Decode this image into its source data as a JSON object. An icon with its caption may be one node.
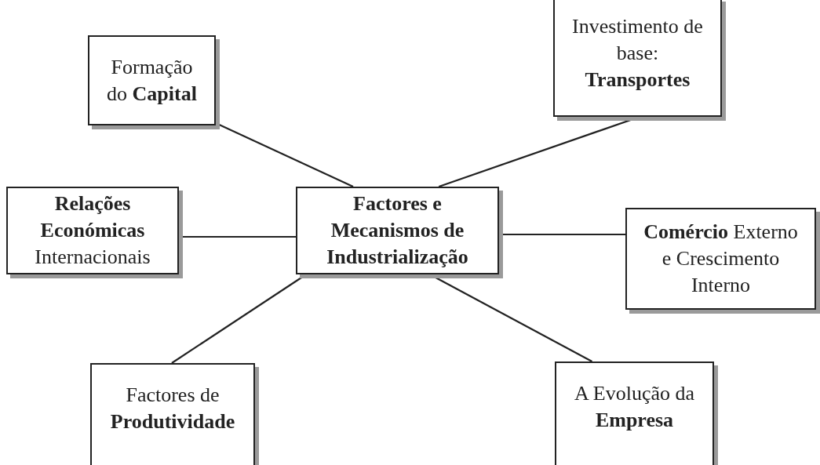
{
  "diagram": {
    "nodes": [
      {
        "text": [
          "Formação do **Capital**"
        ]
      },
      {
        "text": [
          "Investimento de base: **Transportes**"
        ]
      },
      {
        "text": [
          "**Relações Económicas** Internacionais"
        ]
      },
      {
        "text": [
          "Factores e Mecanismos de Industrialização"
        ]
      },
      {
        "text": [
          "**Comércio** Externo e Crescimento Interno"
        ]
      },
      {
        "text": [
          "Factores de **Produtividade**"
        ]
      },
      {
        "text": [
          "A Evolução da **Empresa**"
        ]
      }
    ],
    "edges": [
      {
        "from": 3,
        "to": 0,
        "arrow": "none"
      },
      {
        "from": 3,
        "to": 1,
        "arrow": "none"
      },
      {
        "from": 3,
        "to": 2,
        "arrow": "none"
      },
      {
        "from": 3,
        "to": 4,
        "arrow": "none"
      },
      {
        "from": 3,
        "to": 5,
        "arrow": "none"
      },
      {
        "from": 3,
        "to": 6,
        "arrow": "none"
      }
    ]
  }
}
